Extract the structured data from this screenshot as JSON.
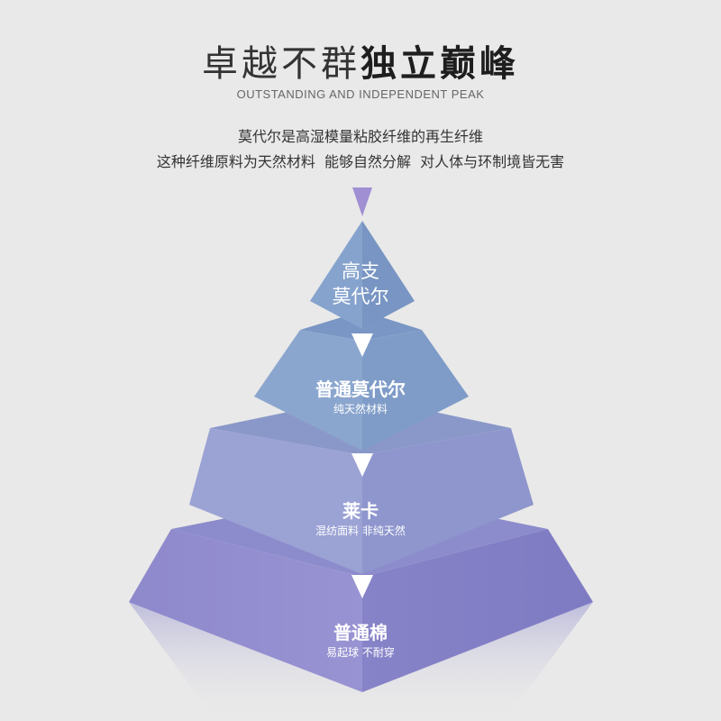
{
  "header": {
    "title_part1": "卓越不群",
    "title_part2": "独立巅峰",
    "subtitle": "OUTSTANDING AND INDEPENDENT PEAK",
    "desc_line1": "莫代尔是高湿模量粘胶纤维的再生纤维",
    "desc_line2": "这种纤维原料为天然材料  能够自然分解  对人体与环制境皆无害"
  },
  "pyramid": {
    "tiers": [
      {
        "name_line1": "高支",
        "name_line2": "莫代尔"
      },
      {
        "name": "普通莫代尔",
        "desc": "纯天然材料"
      },
      {
        "name": "莱卡",
        "desc": "混纺面料  非纯天然"
      },
      {
        "name": "普通棉",
        "desc": "易起球  不耐穿"
      }
    ],
    "icons": [
      "down-triangle-icon",
      "down-arrow-icon"
    ],
    "colors": {
      "background": "#e9e9e9",
      "top_marker": "#a08fd3",
      "tier1": "#7f9dc9",
      "tier2": "#84a2cd",
      "tier3": "#959bd2",
      "tier4": "#8c88cc",
      "arrow": "#ffffff"
    }
  }
}
